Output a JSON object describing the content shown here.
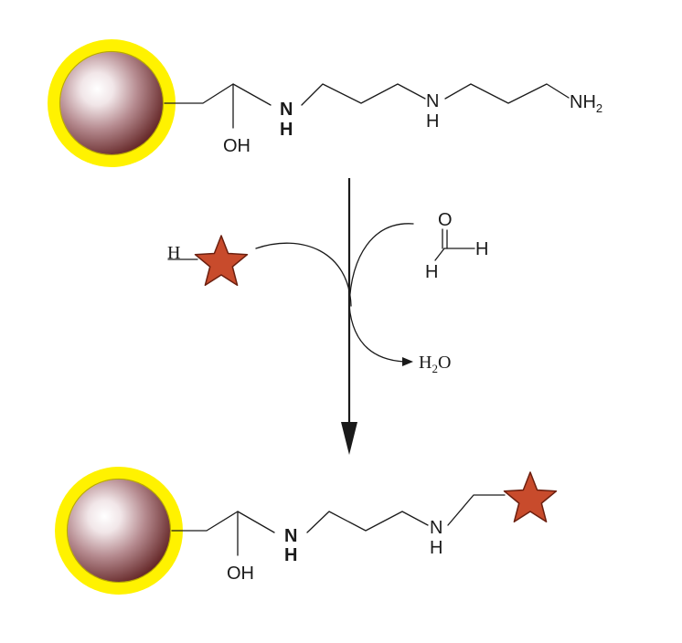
{
  "top_molecule": {
    "oh": "OH",
    "amine1": "N",
    "amine1_h": "H",
    "amine2": "N",
    "amine2_h": "H",
    "terminal_amine": "NH",
    "terminal_sub": "2"
  },
  "reagents": {
    "aryl_h": "H",
    "aldehyde_o": "O",
    "aldehyde_h_right": "H",
    "aldehyde_h_left": "H",
    "water_h": "H",
    "water_sub": "2",
    "water_o": "O"
  },
  "bottom_molecule": {
    "oh": "OH",
    "amine1": "N",
    "amine1_h": "H",
    "amine2": "N",
    "amine2_h": "H"
  },
  "colors": {
    "bead_shell": "#fff200",
    "bead_core_dark": "#5e1f1f",
    "bead_core_light": "#ffffff",
    "star_fill": "#c84b2c",
    "star_stroke": "#6b1f0f",
    "line": "#1a1a1a"
  },
  "icons": {
    "bead": "nanoparticle-bead-icon",
    "star": "fluorophore-star-icon"
  }
}
